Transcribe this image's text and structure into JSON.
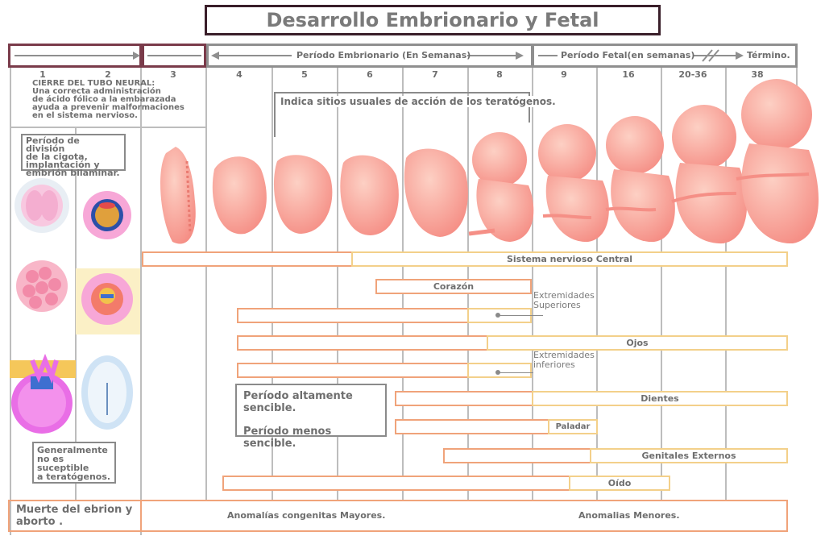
{
  "title": "Desarrollo Embrionario y Fetal",
  "header": {
    "embryonic_period": "Período Embrionario (En Semanas)",
    "fetal_period": "Período Fetal(en semanas)",
    "term": "Término."
  },
  "weeks": [
    "1",
    "2",
    "3",
    "4",
    "5",
    "6",
    "7",
    "8",
    "9",
    "16",
    "20-36",
    "38"
  ],
  "notes": {
    "neural_tube": [
      "CIERRE DEL TUBO NEURAL:",
      "Una correcta administración",
      "de ácido fólico a la embarazada",
      "ayuda a prevenir malformaciones",
      "en el sistema nervioso."
    ],
    "teratogen_sites": "Indica sitios usuales de acción de los teratógenos.",
    "cell_division": [
      "Período de división",
      "de la cigota,",
      "implantación y",
      "embrión bilaminar."
    ],
    "not_susceptible": [
      "Generalmente",
      "no es",
      "suceptible",
      "a teratógenos."
    ]
  },
  "legend": {
    "high": "Período altamente sencible.",
    "low": "Período menos sencible."
  },
  "organs": {
    "cns": "Sistema nervioso Central",
    "heart": "Corazón",
    "upper_limbs": [
      "Extremidades",
      "Superiores"
    ],
    "eyes": "Ojos",
    "lower_limbs": [
      "Extremidades",
      "inferiores"
    ],
    "teeth": "Dientes",
    "palate": "Paladar",
    "genitals": "Genitales Externos",
    "ear": "Oído"
  },
  "footer": {
    "death": [
      "Muerte del ebrion y",
      "aborto ."
    ],
    "major": "Anomalías congenitas  Mayores.",
    "minor": "Anomalias Menores."
  },
  "colors": {
    "high": "#f0a37a",
    "low": "#f3d08a",
    "fetus": "#f7a8a0",
    "frame": "#8f8f8f",
    "title_border": "#3a1f2a"
  }
}
